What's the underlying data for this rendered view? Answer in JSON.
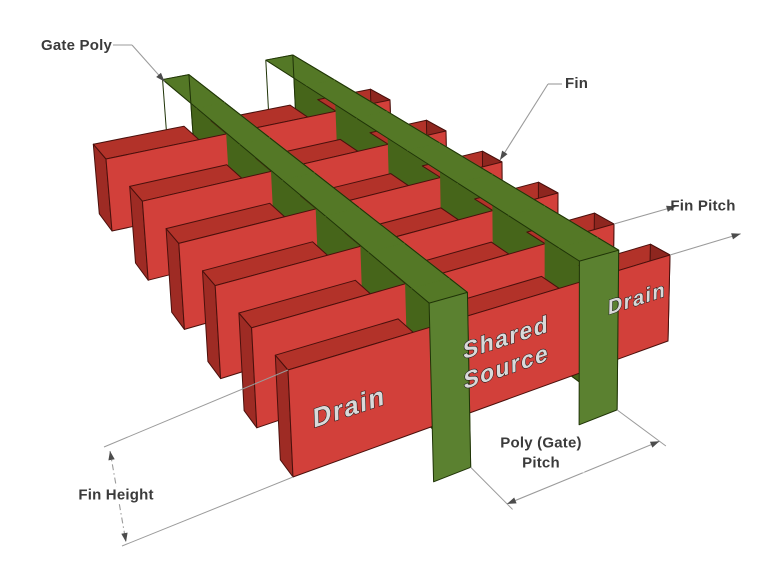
{
  "meta": {
    "description": "3D isometric diagram of a multi-fin FinFET showing red fins crossed by two green gate poly bars, with dimension annotations"
  },
  "scene": {
    "background": "#ffffff",
    "fin_count": 6,
    "gate_count": 2,
    "colors": {
      "fin_front": "#d2403a",
      "fin_top": "#b23229",
      "fin_end_left": "#9e2b24",
      "fin_end_right": "#8e261f",
      "fin_edge": "#4a100c",
      "gate_side": "#46651a",
      "gate_top": "#547826",
      "gate_front": "#5b8130",
      "gate_edge": "#1f3307",
      "face_text_fill": "#d9d9d9",
      "face_text_outline": "#1a1a1a"
    },
    "face_labels": {
      "drain_left": "Drain",
      "shared_line1": "Shared",
      "shared_line2": "Source",
      "drain_right": "Drain"
    }
  },
  "annotations": {
    "styles": {
      "line_color": "#9b9b9b",
      "arrow_color": "#4c4c4c",
      "text_color": "#3b3b3b"
    },
    "gate_poly_label": "Gate Poly",
    "fin_label": "Fin",
    "fin_pitch_label": "Fin Pitch",
    "fin_height_label": "Fin Height",
    "poly_pitch_label_line1": "Poly (Gate)",
    "poly_pitch_label_line2": "Pitch"
  }
}
